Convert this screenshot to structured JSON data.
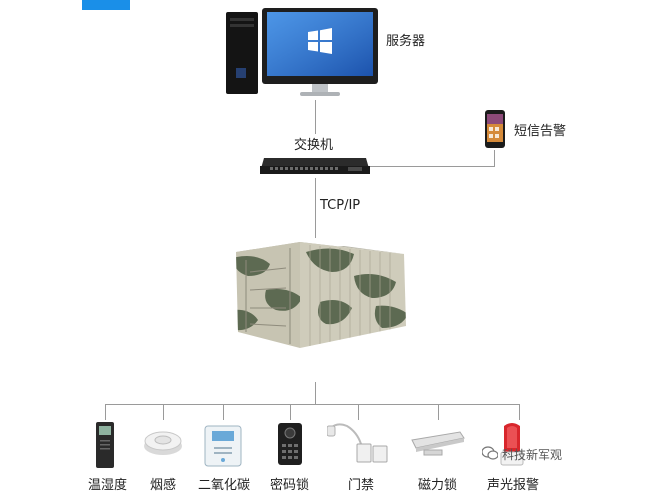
{
  "nodes": {
    "server": "服务器",
    "switch": "交换机",
    "sms": "短信告警",
    "protocol": "TCP/IP"
  },
  "sensors": [
    "温湿度",
    "烟感",
    "二氧化碳",
    "密码锁",
    "门禁",
    "磁力锁",
    "声光报警"
  ],
  "watermark": "科技新军观",
  "colors": {
    "accent": "#1a8fe8",
    "line": "#9a9a9a",
    "alarm": "#d8262c"
  }
}
